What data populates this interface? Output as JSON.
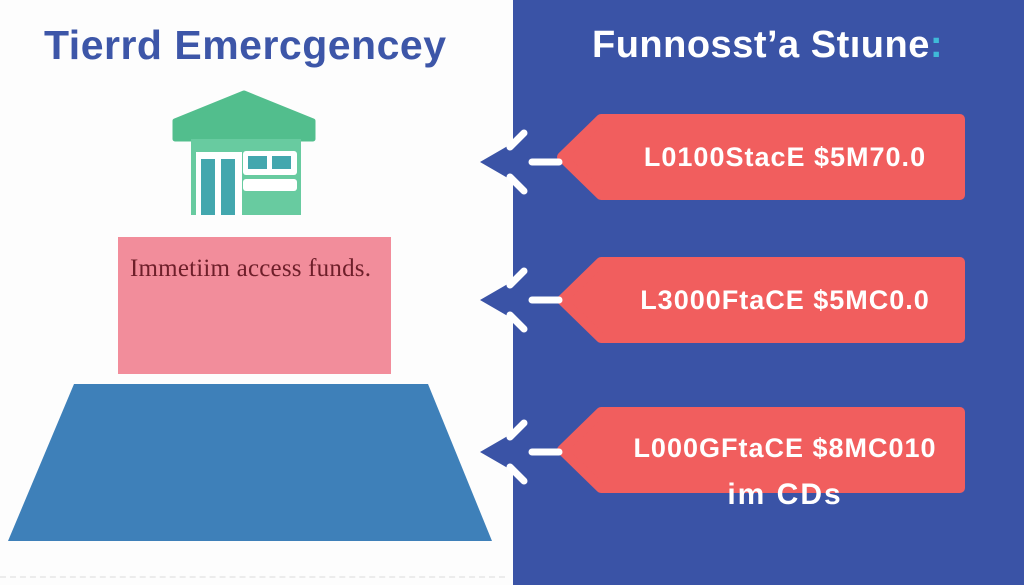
{
  "left_panel": {
    "title": "Tierrd Emercgencey",
    "house_icon": "bank-house-icon",
    "tier_card_label": "Immetiim access funds."
  },
  "right_panel": {
    "title": "Funnosst’a Stıune",
    "title_colon": ":",
    "callouts": [
      {
        "label": "L0100StacE $5M70.0"
      },
      {
        "label": "L3000FtaCE $5MC0.0"
      },
      {
        "label": "L000GFtaCE $8MC010",
        "sublabel": "im  CDs"
      }
    ]
  },
  "colors": {
    "white_bg": "#fdfdfd",
    "panel_blue": "#3a53a6",
    "title_blue": "#3d56a8",
    "coral_callout": "#f15e5e",
    "pink_card": "#f28d9b",
    "pink_card_text": "#6e1f2a",
    "base_blue": "#3e80b9",
    "roof_green": "#52be8d",
    "body_green": "#68cba0",
    "door_teal": "#43a7ae",
    "cyan_accent": "#3fbad8"
  }
}
